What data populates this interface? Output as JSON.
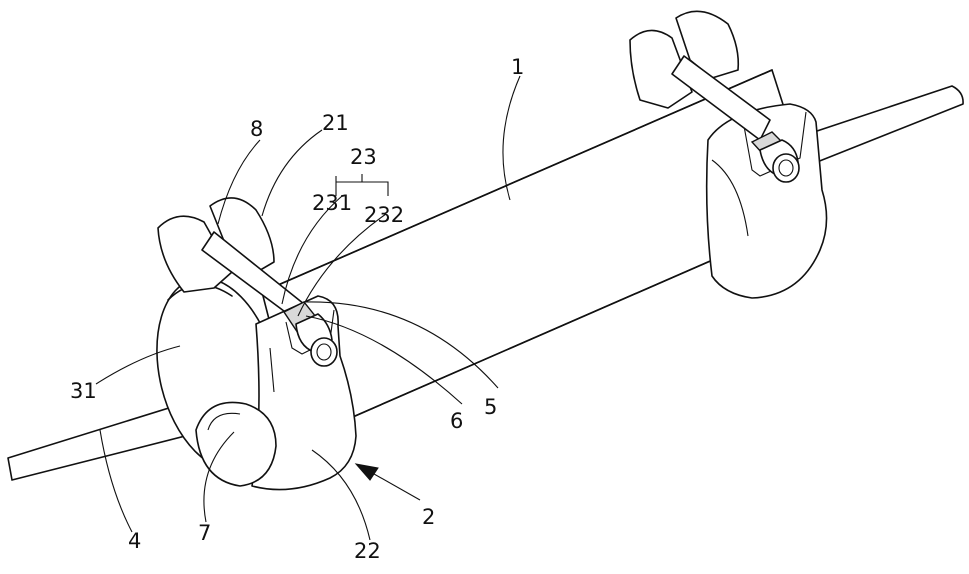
{
  "callouts": {
    "c1": "1",
    "c2": "2",
    "c4": "4",
    "c5": "5",
    "c6": "6",
    "c7": "7",
    "c8": "8",
    "c21": "21",
    "c22": "22",
    "c23": "23",
    "c31": "31",
    "c231": "231",
    "c232": "232"
  }
}
